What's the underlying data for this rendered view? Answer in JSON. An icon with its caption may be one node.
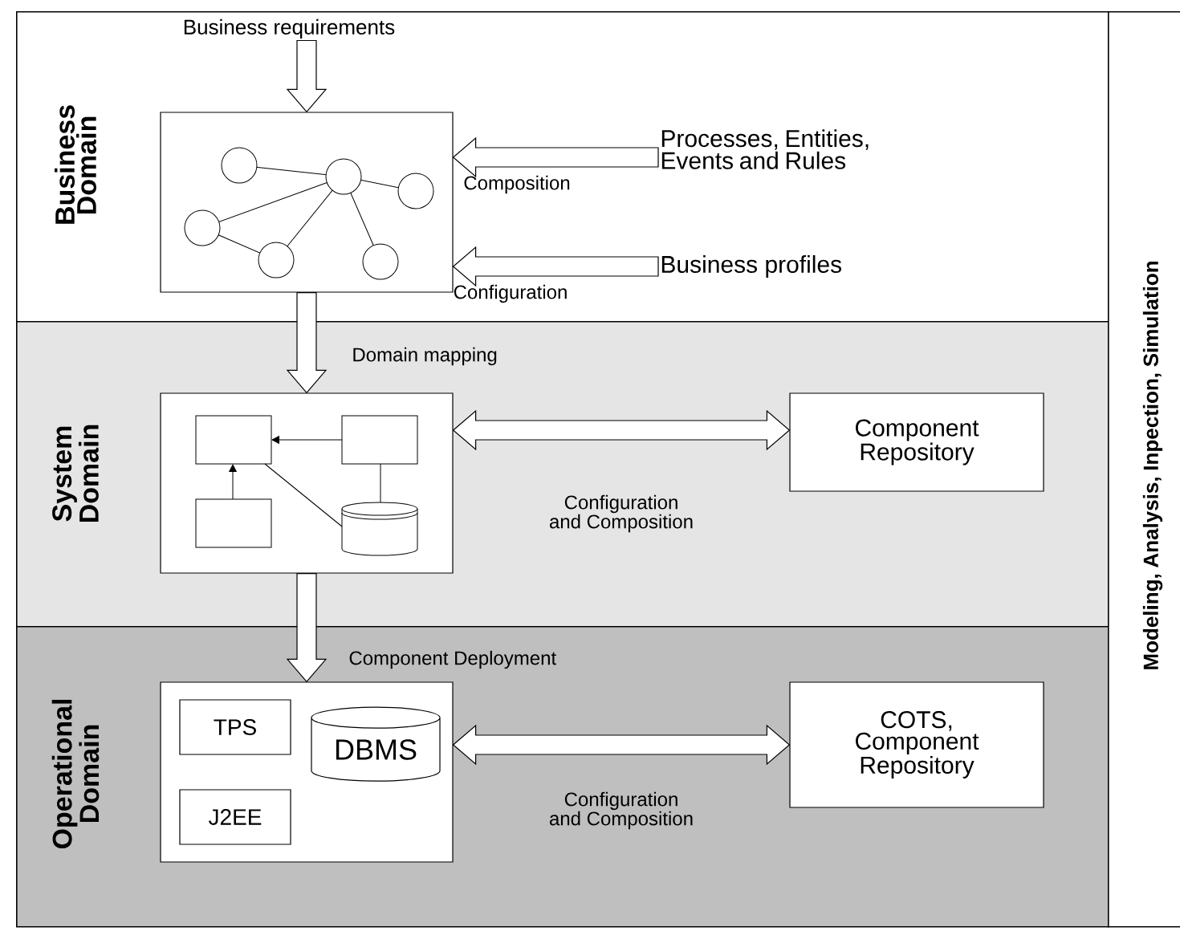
{
  "diagram": {
    "nodes": [
      {
        "text": [
          "Business Domain"
        ]
      },
      {
        "text": [
          "Business requirements"
        ],
        "in": 0
      },
      {
        "text": [],
        "shape": "box",
        "in": 0
      },
      {
        "text": [
          "Processes, Entities, Events and Rules"
        ],
        "in": 0
      },
      {
        "text": [
          "Business profiles"
        ],
        "in": 0
      },
      {
        "text": [
          "System Domain"
        ]
      },
      {
        "text": [],
        "shape": "box",
        "in": 5
      },
      {
        "text": [
          "Component Repository"
        ],
        "in": 5
      },
      {
        "text": [
          "Operational Domain"
        ]
      },
      {
        "text": [],
        "shape": "box",
        "in": 8
      },
      {
        "text": [
          "TPS"
        ],
        "in": 9
      },
      {
        "text": [
          "J2EE"
        ],
        "in": 9
      },
      {
        "text": [
          "DBMS"
        ],
        "in": 9
      },
      {
        "text": [
          "COTS, Component Repository"
        ],
        "in": 8
      },
      {
        "text": [
          "Modeling, Analysis, Inpection, Simulation"
        ]
      }
    ],
    "edges": [
      {
        "from": 1,
        "to": 2,
        "arrow": "to"
      },
      {
        "from": 3,
        "to": 2,
        "arrow": "to",
        "label": "Composition"
      },
      {
        "from": 4,
        "to": 2,
        "arrow": "to",
        "label": "Configuration"
      },
      {
        "from": 2,
        "to": 6,
        "arrow": "to",
        "label": "Domain mapping"
      },
      {
        "from": 6,
        "to": 7,
        "arrow": "both",
        "label": "Configuration and Composition"
      },
      {
        "from": 6,
        "to": 9,
        "arrow": "to",
        "label": "Component Deployment"
      },
      {
        "from": 9,
        "to": 13,
        "arrow": "both",
        "label": "Configuration and Composition"
      }
    ]
  }
}
